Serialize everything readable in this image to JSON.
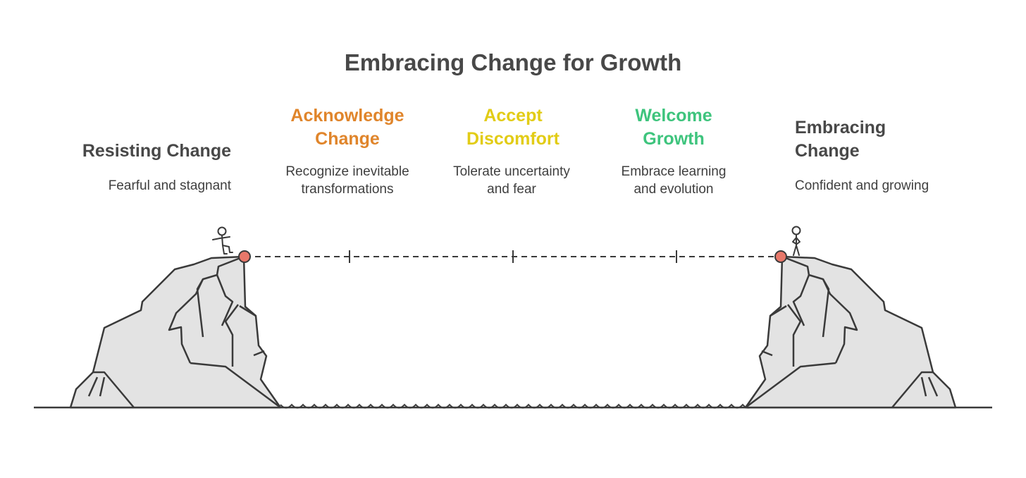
{
  "title": "Embracing Change for Growth",
  "stages": [
    {
      "title": "Resisting Change",
      "description": "Fearful and stagnant"
    },
    {
      "title": "Acknowledge\nChange",
      "description": "Recognize inevitable\ntransformations",
      "color": "#e0852b"
    },
    {
      "title": "Accept\nDiscomfort",
      "description": "Tolerate uncertainty\nand fear",
      "color": "#e2cc16"
    },
    {
      "title": "Welcome\nGrowth",
      "description": "Embrace learning\nand evolution",
      "color": "#3ec47d"
    },
    {
      "title": "Embracing\nChange",
      "description": "Confident and growing"
    }
  ],
  "colors": {
    "text_dark": "#484848",
    "outline": "#3a3a3a",
    "cliff_fill": "#e3e3e3",
    "anchor_dot": "#e8786a"
  },
  "icons": [
    "person-stepping-icon",
    "person-standing-icon"
  ]
}
